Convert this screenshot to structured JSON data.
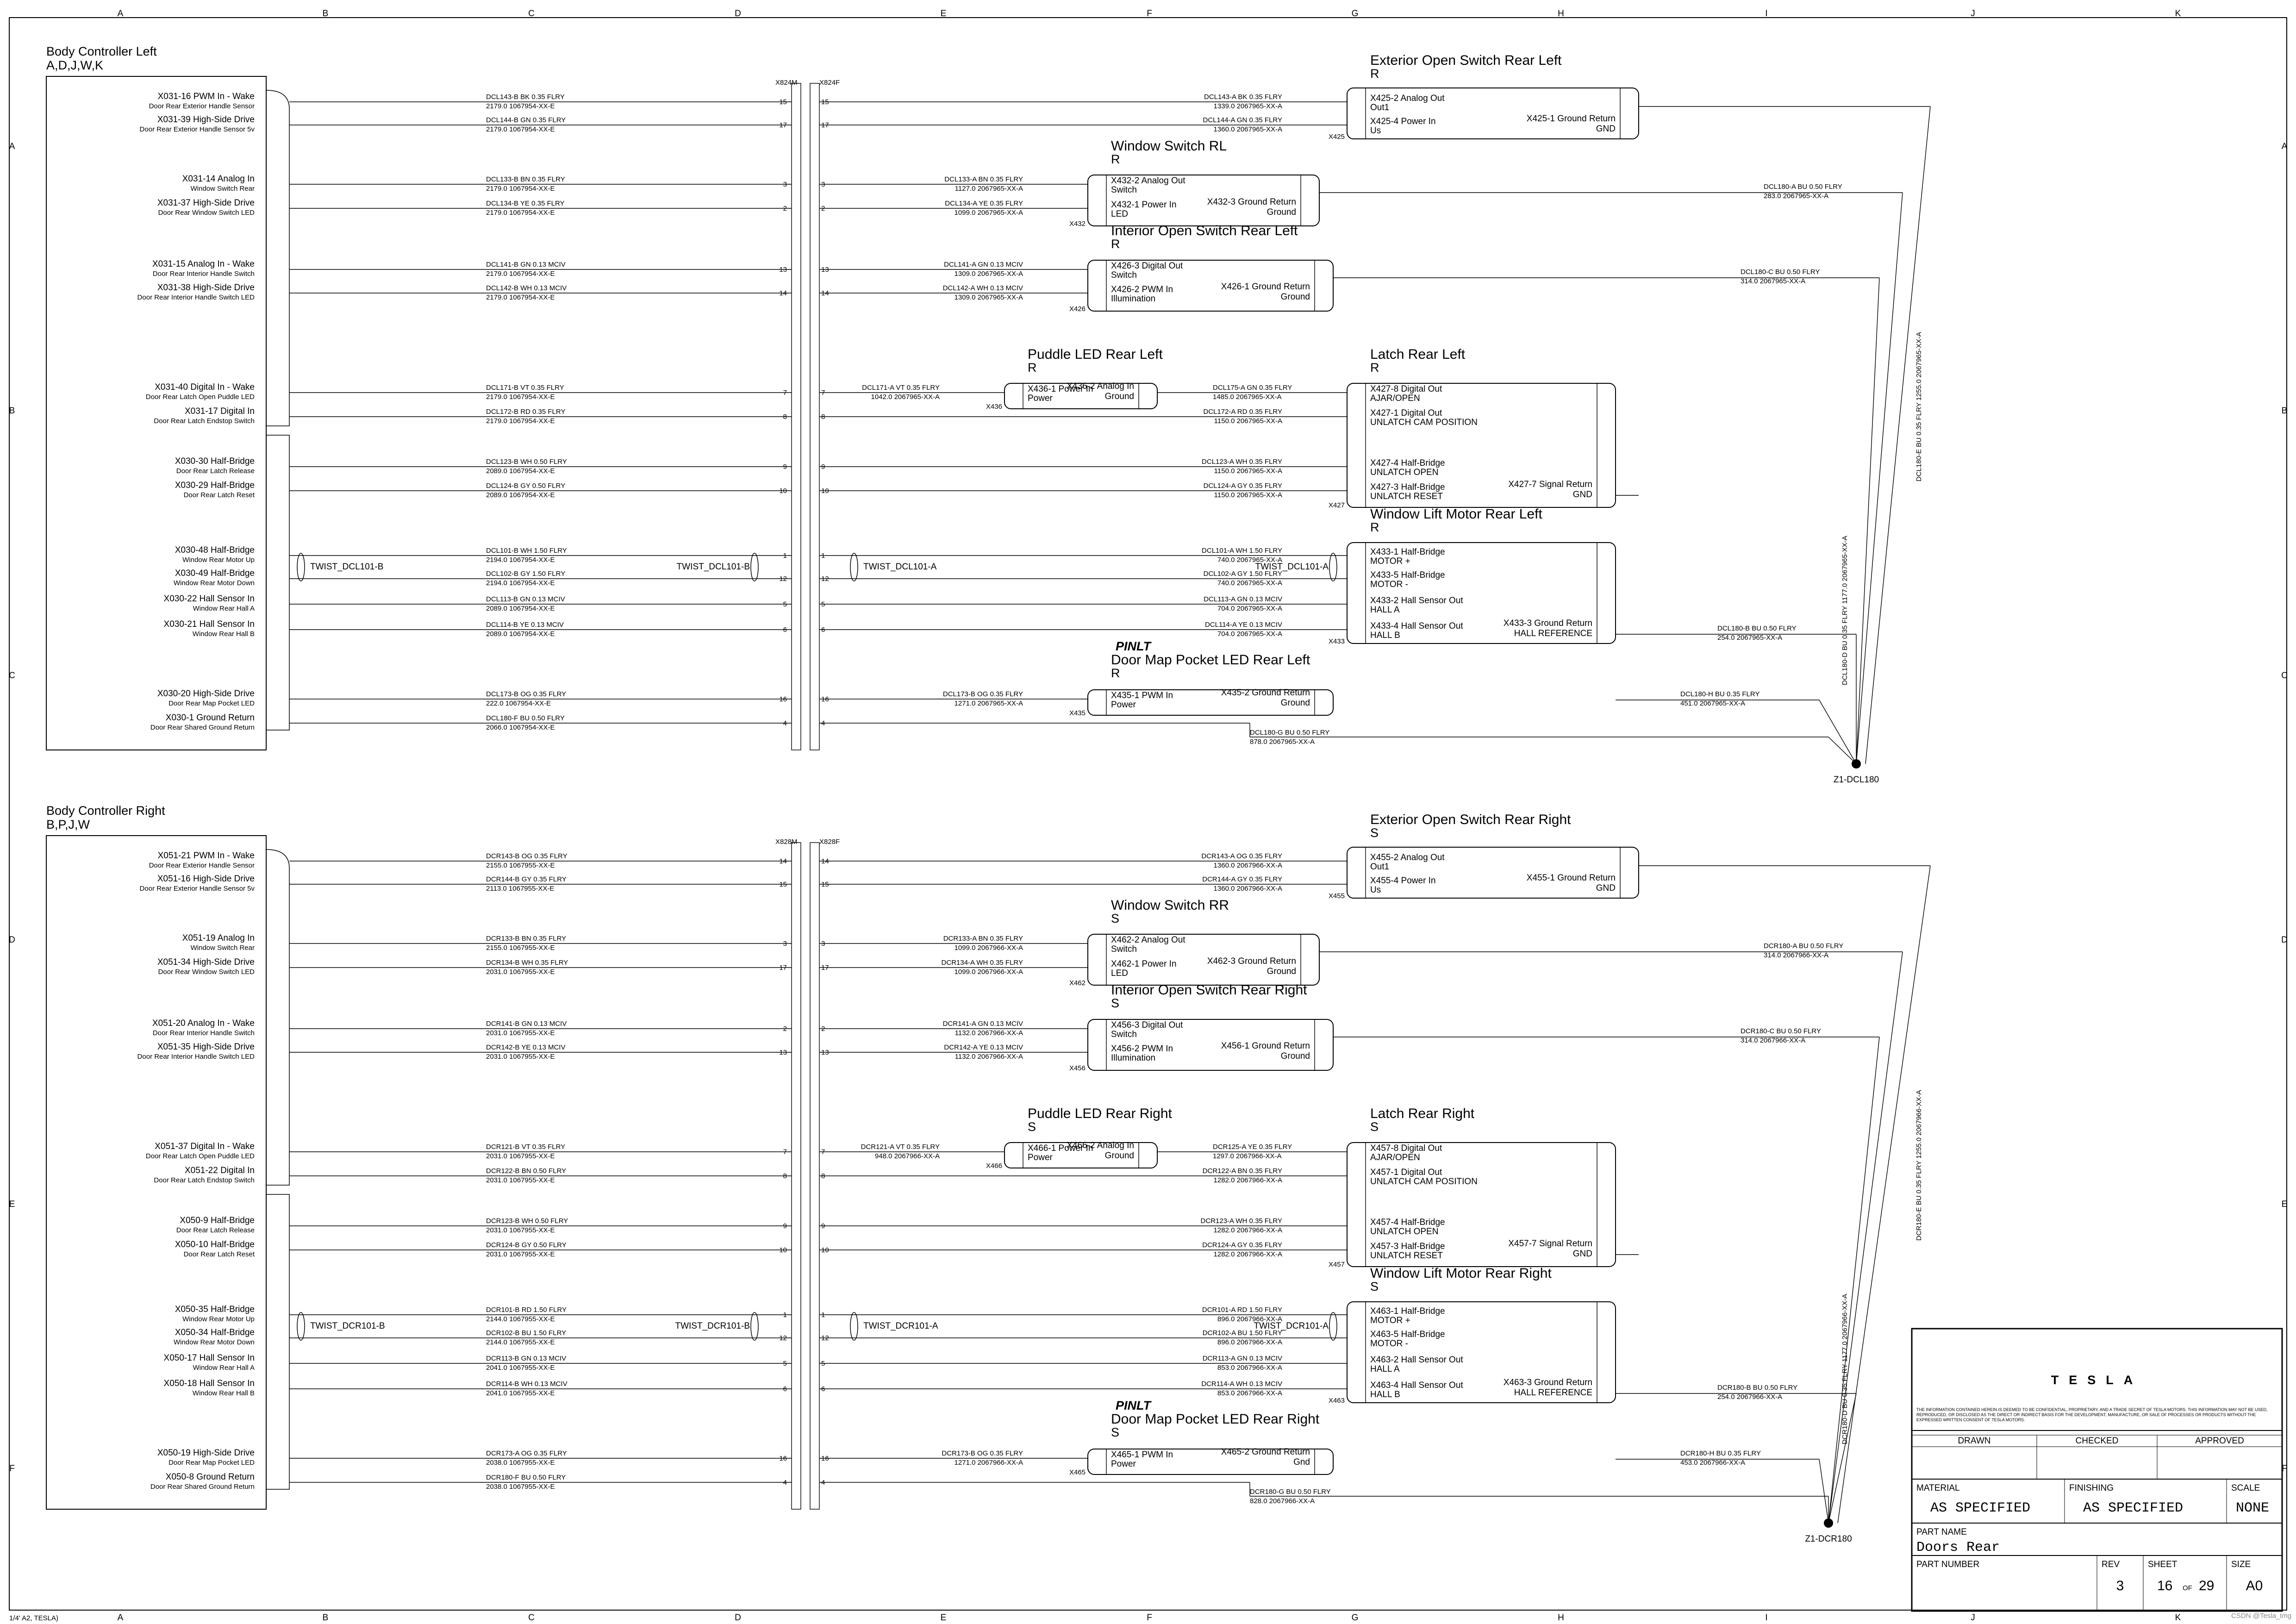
{
  "grid": {
    "cols": [
      "A",
      "B",
      "C",
      "D",
      "E",
      "F",
      "G",
      "H",
      "I",
      "J",
      "K"
    ],
    "rows": [
      "A",
      "B",
      "C",
      "D",
      "E",
      "F"
    ]
  },
  "corner_note": "1/4' A2, TESLA)",
  "watermark": "CSDN @Tesla_tmg",
  "left": {
    "title": "Body Controller Left",
    "variants": "A,D,J,W,K",
    "pins": [
      {
        "pin": "X031-16 PWM In - Wake",
        "desc": "Door Rear Exterior Handle Sensor",
        "w1": "DCL143-B  BK  0.35  FLRY",
        "w2": "2179.0    1067954-XX-E",
        "c": "15"
      },
      {
        "pin": "X031-39 High-Side Drive",
        "desc": "Door Rear Exterior Handle Sensor 5v",
        "w1": "DCL144-B  GN  0.35  FLRY",
        "w2": "2179.0    1067954-XX-E",
        "c": "17"
      },
      {
        "pin": "X031-14 Analog In",
        "desc": "Window Switch Rear",
        "w1": "DCL133-B  BN  0.35  FLRY",
        "w2": "2179.0    1067954-XX-E",
        "c": "3"
      },
      {
        "pin": "X031-37 High-Side Drive",
        "desc": "Door Rear Window Switch LED",
        "w1": "DCL134-B  YE  0.35  FLRY",
        "w2": "2179.0    1067954-XX-E",
        "c": "2"
      },
      {
        "pin": "X031-15 Analog In - Wake",
        "desc": "Door Rear Interior Handle Switch",
        "w1": "DCL141-B  GN  0.13  MCIV",
        "w2": "2179.0    1067954-XX-E",
        "c": "13"
      },
      {
        "pin": "X031-38 High-Side Drive",
        "desc": "Door Rear Interior Handle Switch LED",
        "w1": "DCL142-B  WH  0.13  MCIV",
        "w2": "2179.0    1067954-XX-E",
        "c": "14"
      },
      {
        "pin": "X031-40 Digital In - Wake",
        "desc": "Door Rear Latch Open Puddle LED",
        "w1": "DCL171-B  VT  0.35  FLRY",
        "w2": "2179.0    1067954-XX-E",
        "c": "7"
      },
      {
        "pin": "X031-17 Digital In",
        "desc": "Door Rear Latch Endstop Switch",
        "w1": "DCL172-B  RD  0.35  FLRY",
        "w2": "2179.0    1067954-XX-E",
        "c": "8"
      },
      {
        "pin": "X030-30 Half-Bridge",
        "desc": "Door Rear Latch Release",
        "w1": "DCL123-B  WH  0.50  FLRY",
        "w2": "2089.0    1067954-XX-E",
        "c": "9"
      },
      {
        "pin": "X030-29 Half-Bridge",
        "desc": "Door Rear Latch Reset",
        "w1": "DCL124-B  GY  0.50  FLRY",
        "w2": "2089.0    1067954-XX-E",
        "c": "10"
      },
      {
        "pin": "X030-48 Half-Bridge",
        "desc": "Window Rear Motor Up",
        "w1": "DCL101-B  WH  1.50  FLRY",
        "w2": "2194.0    1067954-XX-E",
        "c": "1"
      },
      {
        "pin": "X030-49 Half-Bridge",
        "desc": "Window Rear Motor Down",
        "w1": "DCL102-B  GY  1.50  FLRY",
        "w2": "2194.0    1067954-XX-E",
        "c": "12"
      },
      {
        "pin": "X030-22 Hall Sensor In",
        "desc": "Window Rear Hall A",
        "w1": "DCL113-B  GN  0.13  MCIV",
        "w2": "2089.0    1067954-XX-E",
        "c": "5"
      },
      {
        "pin": "X030-21 Hall Sensor In",
        "desc": "Window Rear Hall B",
        "w1": "DCL114-B  YE  0.13  MCIV",
        "w2": "2089.0    1067954-XX-E",
        "c": "6"
      },
      {
        "pin": "X030-20 High-Side Drive",
        "desc": "Door Rear Map Pocket LED",
        "w1": "DCL173-B  OG  0.35  FLRY",
        "w2": "222.0    1067954-XX-E",
        "c": "16"
      },
      {
        "pin": "X030-1 Ground Return",
        "desc": "Door Rear Shared Ground Return",
        "w1": "DCL180-F  BU  0.50  FLRY",
        "w2": "2066.0    1067954-XX-E",
        "c": "4"
      }
    ],
    "conn_l": "X824M",
    "conn_r": "X824F",
    "twist": "TWIST_DCL101-B",
    "twist2": "TWIST_DCL101-A",
    "splice": "Z1-DCL180",
    "comps": [
      {
        "title": "Exterior Open Switch Rear Left",
        "code": "R",
        "p1": "X425-2 Analog Out",
        "p1d": "Out1",
        "p2": "X425-4 Power In",
        "p2d": "Us",
        "g": "X425-1 Ground Return",
        "gd": "GND",
        "ref": "X425"
      },
      {
        "title": "Window Switch RL",
        "code": "R",
        "p1": "X432-2 Analog Out",
        "p1d": "Switch",
        "p2": "X432-1 Power In",
        "p2d": "LED",
        "g": "X432-3 Ground Return",
        "gd": "Ground",
        "ref": "X432"
      },
      {
        "title": "Interior Open Switch Rear Left",
        "code": "R",
        "p1": "X426-3 Digital Out",
        "p1d": "Switch",
        "p2": "X426-2 PWM In",
        "p2d": "Illumination",
        "g": "X426-1 Ground Return",
        "gd": "Ground",
        "ref": "X426"
      },
      {
        "title": "Puddle LED Rear Left",
        "code": "R",
        "p1": "X436-1 Power In",
        "p1d": "Power",
        "g": "X436-2 Analog In",
        "gd": "Ground",
        "ref": "X436"
      },
      {
        "title": "Latch Rear Left",
        "code": "R",
        "p1": "X427-8 Digital Out",
        "p1d": "AJAR/OPEN",
        "p2": "X427-1 Digital Out",
        "p2d": "UNLATCH CAM POSITION",
        "p3": "X427-4 Half-Bridge",
        "p3d": "UNLATCH OPEN",
        "p4": "X427-3 Half-Bridge",
        "p4d": "UNLATCH RESET",
        "g": "X427-7 Signal Return",
        "gd": "GND",
        "ref": "X427"
      },
      {
        "title": "Window Lift Motor Rear Left",
        "code": "R",
        "p1": "X433-1 Half-Bridge",
        "p1d": "MOTOR +",
        "p2": "X433-5 Half-Bridge",
        "p2d": "MOTOR -",
        "p3": "X433-2 Hall Sensor Out",
        "p3d": "HALL A",
        "p4": "X433-4 Hall Sensor Out",
        "p4d": "HALL B",
        "g": "X433-3 Ground Return",
        "gd": "HALL REFERENCE",
        "ref": "X433"
      },
      {
        "title": "Door Map Pocket LED Rear Left",
        "code": "R",
        "tag": "PINLT",
        "p1": "X435-1 PWM In",
        "p1d": "Power",
        "g": "X435-2 Ground Return",
        "gd": "Ground",
        "ref": "X435"
      }
    ],
    "rw": [
      [
        "DCL143-A  BK  0.35  FLRY",
        "1339.0  2067965-XX-A"
      ],
      [
        "DCL144-A  GN  0.35  FLRY",
        "1360.0  2067965-XX-A"
      ],
      [
        "DCL133-A  BN  0.35  FLRY",
        "1127.0  2067965-XX-A"
      ],
      [
        "DCL134-A  YE  0.35  FLRY",
        "1099.0  2067965-XX-A"
      ],
      [
        "DCL141-A  GN  0.13  MCIV",
        "1309.0  2067965-XX-A"
      ],
      [
        "DCL142-A  WH  0.13  MCIV",
        "1309.0  2067965-XX-A"
      ],
      [
        "DCL171-A  VT  0.35  FLRY",
        "1042.0  2067965-XX-A"
      ],
      [
        "DCL172-A  RD  0.35  FLRY",
        "1150.0  2067965-XX-A"
      ],
      [
        "DCL123-A  WH  0.35  FLRY",
        "1150.0  2067965-XX-A"
      ],
      [
        "DCL124-A  GY  0.35  FLRY",
        "1150.0  2067965-XX-A"
      ],
      [
        "DCL101-A  WH  1.50  FLRY",
        "740.0  2067965-XX-A"
      ],
      [
        "DCL102-A  GY  1.50  FLRY",
        "740.0  2067965-XX-A"
      ],
      [
        "DCL113-A  GN  0.13  MCIV",
        "704.0  2067965-XX-A"
      ],
      [
        "DCL114-A  YE  0.13  MCIV",
        "704.0  2067965-XX-A"
      ],
      [
        "DCL173-B  OG  0.35  FLRY",
        "1271.0  2067965-XX-A"
      ]
    ],
    "puddle_gnd": [
      "DCL175-A  GN  0.35  FLRY",
      "1485.0  2067965-XX-A"
    ],
    "gnd": [
      [
        "DCL180-A  BU  0.50  FLRY",
        "283.0  2067965-XX-A"
      ],
      [
        "DCL180-C  BU  0.50  FLRY",
        "314.0  2067965-XX-A"
      ],
      [
        "DCL180-B  BU  0.50  FLRY",
        "254.0  2067965-XX-A"
      ],
      [
        "DCL180-H  BU  0.35  FLRY",
        "451.0  2067965-XX-A"
      ],
      [
        "DCL180-G  BU  0.50  FLRY",
        "878.0  2067965-XX-A"
      ]
    ],
    "vert": [
      "DCL180-E  BU  0.35  FLRY  1255.0  2067965-XX-A",
      "DCL180-D  BU  0.35  FLRY  1177.0  2067965-XX-A"
    ]
  },
  "right": {
    "title": "Body Controller Right",
    "variants": "B,P,J,W",
    "pins": [
      {
        "pin": "X051-21 PWM In - Wake",
        "desc": "Door Rear Exterior Handle Sensor",
        "w1": "DCR143-B  OG  0.35  FLRY",
        "w2": "2155.0    1067955-XX-E",
        "c": "14"
      },
      {
        "pin": "X051-16 High-Side Drive",
        "desc": "Door Rear Exterior Handle Sensor 5v",
        "w1": "DCR144-B  GY  0.35  FLRY",
        "w2": "2113.0    1067955-XX-E",
        "c": "15"
      },
      {
        "pin": "X051-19 Analog In",
        "desc": "Window Switch Rear",
        "w1": "DCR133-B  BN  0.35  FLRY",
        "w2": "2155.0    1067955-XX-E",
        "c": "3"
      },
      {
        "pin": "X051-34 High-Side Drive",
        "desc": "Door Rear Window Switch LED",
        "w1": "DCR134-B  WH  0.35  FLRY",
        "w2": "2031.0    1067955-XX-E",
        "c": "17"
      },
      {
        "pin": "X051-20 Analog In - Wake",
        "desc": "Door Rear Interior Handle Switch",
        "w1": "DCR141-B  GN  0.13  MCIV",
        "w2": "2031.0    1067955-XX-E",
        "c": "2"
      },
      {
        "pin": "X051-35 High-Side Drive",
        "desc": "Door Rear Interior Handle Switch LED",
        "w1": "DCR142-B  YE  0.13  MCIV",
        "w2": "2031.0    1067955-XX-E",
        "c": "13"
      },
      {
        "pin": "X051-37 Digital In - Wake",
        "desc": "Door Rear Latch Open Puddle LED",
        "w1": "DCR121-B  VT  0.35  FLRY",
        "w2": "2031.0    1067955-XX-E",
        "c": "7"
      },
      {
        "pin": "X051-22 Digital In",
        "desc": "Door Rear Latch Endstop Switch",
        "w1": "DCR122-B  BN  0.50  FLRY",
        "w2": "2031.0    1067955-XX-E",
        "c": "8"
      },
      {
        "pin": "X050-9 Half-Bridge",
        "desc": "Door Rear Latch Release",
        "w1": "DCR123-B  WH  0.50  FLRY",
        "w2": "2031.0    1067955-XX-E",
        "c": "9"
      },
      {
        "pin": "X050-10 Half-Bridge",
        "desc": "Door Rear Latch Reset",
        "w1": "DCR124-B  GY  0.50  FLRY",
        "w2": "2031.0    1067955-XX-E",
        "c": "10"
      },
      {
        "pin": "X050-35 Half-Bridge",
        "desc": "Window Rear Motor Up",
        "w1": "DCR101-B  RD  1.50  FLRY",
        "w2": "2144.0    1067955-XX-E",
        "c": "1"
      },
      {
        "pin": "X050-34 Half-Bridge",
        "desc": "Window Rear Motor Down",
        "w1": "DCR102-B  BU  1.50  FLRY",
        "w2": "2144.0    1067955-XX-E",
        "c": "12"
      },
      {
        "pin": "X050-17 Hall Sensor In",
        "desc": "Window Rear Hall A",
        "w1": "DCR113-B  GN  0.13  MCIV",
        "w2": "2041.0    1067955-XX-E",
        "c": "5"
      },
      {
        "pin": "X050-18 Hall Sensor In",
        "desc": "Window Rear Hall B",
        "w1": "DCR114-B  WH  0.13  MCIV",
        "w2": "2041.0    1067955-XX-E",
        "c": "6"
      },
      {
        "pin": "X050-19 High-Side Drive",
        "desc": "Door Rear Map Pocket LED",
        "w1": "DCR173-A  OG  0.35  FLRY",
        "w2": "2038.0    1067955-XX-E",
        "c": "16"
      },
      {
        "pin": "X050-8 Ground Return",
        "desc": "Door Rear Shared Ground Return",
        "w1": "DCR180-F  BU  0.50  FLRY",
        "w2": "2038.0    1067955-XX-E",
        "c": "4"
      }
    ],
    "conn_l": "X828M",
    "conn_r": "X828F",
    "twist": "TWIST_DCR101-B",
    "twist2": "TWIST_DCR101-A",
    "splice": "Z1-DCR180",
    "comps": [
      {
        "title": "Exterior Open Switch Rear Right",
        "code": "S",
        "p1": "X455-2 Analog Out",
        "p1d": "Out1",
        "p2": "X455-4 Power In",
        "p2d": "Us",
        "g": "X455-1 Ground Return",
        "gd": "GND",
        "ref": "X455"
      },
      {
        "title": "Window Switch RR",
        "code": "S",
        "p1": "X462-2 Analog Out",
        "p1d": "Switch",
        "p2": "X462-1 Power In",
        "p2d": "LED",
        "g": "X462-3 Ground Return",
        "gd": "Ground",
        "ref": "X462"
      },
      {
        "title": "Interior Open Switch Rear Right",
        "code": "S",
        "p1": "X456-3 Digital Out",
        "p1d": "Switch",
        "p2": "X456-2 PWM In",
        "p2d": "Illumination",
        "g": "X456-1 Ground Return",
        "gd": "Ground",
        "ref": "X456"
      },
      {
        "title": "Puddle LED Rear Right",
        "code": "S",
        "p1": "X466-1 Power In",
        "p1d": "Power",
        "g": "X466-2 Analog In",
        "gd": "Ground",
        "ref": "X466"
      },
      {
        "title": "Latch Rear Right",
        "code": "S",
        "p1": "X457-8 Digital Out",
        "p1d": "AJAR/OPEN",
        "p2": "X457-1 Digital Out",
        "p2d": "UNLATCH CAM POSITION",
        "p3": "X457-4 Half-Bridge",
        "p3d": "UNLATCH OPEN",
        "p4": "X457-3 Half-Bridge",
        "p4d": "UNLATCH RESET",
        "g": "X457-7 Signal Return",
        "gd": "GND",
        "ref": "X457"
      },
      {
        "title": "Window Lift Motor Rear Right",
        "code": "S",
        "p1": "X463-1 Half-Bridge",
        "p1d": "MOTOR +",
        "p2": "X463-5 Half-Bridge",
        "p2d": "MOTOR -",
        "p3": "X463-2 Hall Sensor Out",
        "p3d": "HALL A",
        "p4": "X463-4 Hall Sensor Out",
        "p4d": "HALL B",
        "g": "X463-3 Ground Return",
        "gd": "HALL REFERENCE",
        "ref": "X463"
      },
      {
        "title": "Door Map Pocket LED Rear Right",
        "code": "S",
        "tag": "PINLT",
        "p1": "X465-1 PWM In",
        "p1d": "Power",
        "g": "X465-2 Ground Return",
        "gd": "Gnd",
        "ref": "X465"
      }
    ],
    "rw": [
      [
        "DCR143-A  OG  0.35  FLRY",
        "1360.0  2067966-XX-A"
      ],
      [
        "DCR144-A  GY  0.35  FLRY",
        "1360.0  2067966-XX-A"
      ],
      [
        "DCR133-A  BN  0.35  FLRY",
        "1099.0  2067966-XX-A"
      ],
      [
        "DCR134-A  WH  0.35  FLRY",
        "1099.0  2067966-XX-A"
      ],
      [
        "DCR141-A  GN  0.13  MCIV",
        "1132.0  2067966-XX-A"
      ],
      [
        "DCR142-A  YE  0.13  MCIV",
        "1132.0  2067966-XX-A"
      ],
      [
        "DCR121-A  VT  0.35  FLRY",
        "948.0  2067966-XX-A"
      ],
      [
        "DCR122-A  BN  0.35  FLRY",
        "1282.0  2067966-XX-A"
      ],
      [
        "DCR123-A  WH  0.35  FLRY",
        "1282.0  2067966-XX-A"
      ],
      [
        "DCR124-A  GY  0.35  FLRY",
        "1282.0  2067966-XX-A"
      ],
      [
        "DCR101-A  RD  1.50  FLRY",
        "896.0  2067966-XX-A"
      ],
      [
        "DCR102-A  BU  1.50  FLRY",
        "896.0  2067966-XX-A"
      ],
      [
        "DCR113-A  GN  0.13  MCIV",
        "853.0  2067966-XX-A"
      ],
      [
        "DCR114-A  WH  0.13  MCIV",
        "853.0  2067966-XX-A"
      ],
      [
        "DCR173-B  OG  0.35  FLRY",
        "1271.0  2067966-XX-A"
      ]
    ],
    "puddle_gnd": [
      "DCR125-A  YE  0.35  FLRY",
      "1297.0  2067966-XX-A"
    ],
    "gnd": [
      [
        "DCR180-A  BU  0.50  FLRY",
        "314.0  2067966-XX-A"
      ],
      [
        "DCR180-C  BU  0.50  FLRY",
        "314.0  2067966-XX-A"
      ],
      [
        "DCR180-B  BU  0.50  FLRY",
        "254.0  2067966-XX-A"
      ],
      [
        "DCR180-H  BU  0.35  FLRY",
        "453.0  2067966-XX-A"
      ],
      [
        "DCR180-G  BU  0.50  FLRY",
        "828.0  2067966-XX-A"
      ]
    ],
    "vert": [
      "DCR180-E  BU  0.35  FLRY  1255.0  2067966-XX-A",
      "DCR180-D  BU  0.35  FLRY  1177.0  2067966-XX-A"
    ]
  },
  "title_block": {
    "brand": "TESLA",
    "notice": "THE INFORMATION CONTAINED HEREIN IS DEEMED TO BE CONFIDENTIAL, PROPRIETARY, AND A TRADE SECRET OF TESLA MOTORS. THIS INFORMATION MAY NOT BE USED, REPRODUCED, OR DISCLOSED AS THE DIRECT OR INDIRECT BASIS FOR THE DEVELOPMENT, MANUFACTURE, OR SALE OF PROCESSES OR PRODUCTS WITHOUT THE EXPRESSED WRITTEN CONSENT OF TESLA MOTORS.",
    "drawn": "DRAWN",
    "checked": "CHECKED",
    "approved": "APPROVED",
    "material_label": "MATERIAL",
    "material": "AS SPECIFIED",
    "finishing_label": "FINISHING",
    "finishing": "AS SPECIFIED",
    "scale_label": "SCALE",
    "scale": "NONE",
    "part_name_label": "PART NAME",
    "part_name": "Doors Rear",
    "part_number_label": "PART NUMBER",
    "rev_label": "REV",
    "rev": "3",
    "sheet_label": "SHEET",
    "sheet": "16",
    "of": "OF",
    "sheet_total": "29",
    "size_label": "SIZE",
    "size": "A0"
  }
}
